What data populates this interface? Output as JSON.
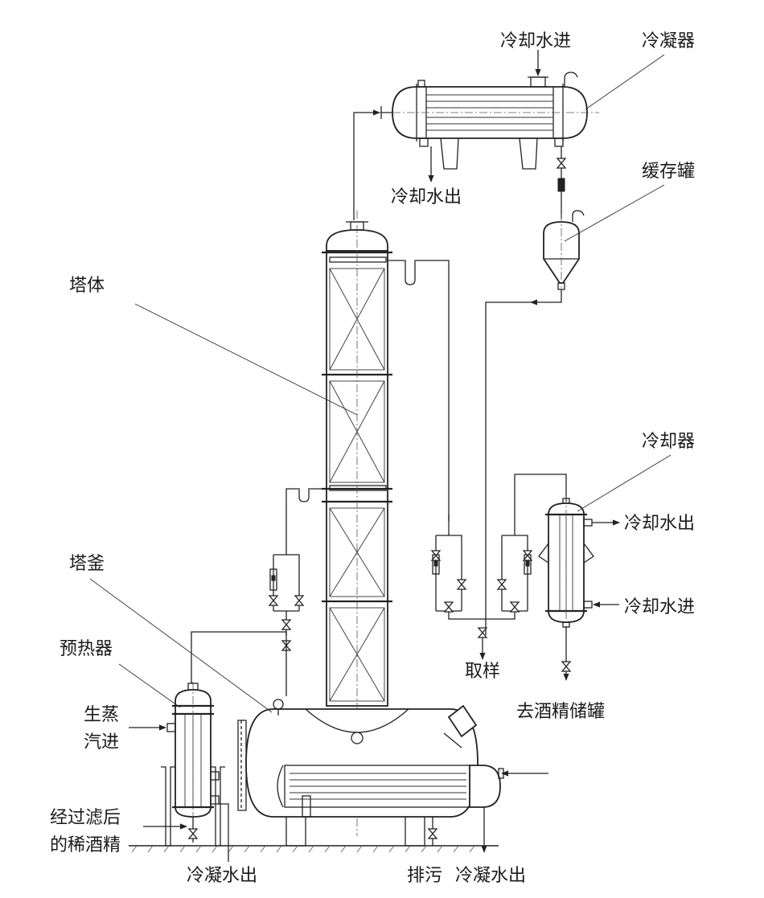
{
  "labels": {
    "cooling_water_in_top": "冷却水进",
    "condenser": "冷凝器",
    "cooling_water_out_top": "冷却水出",
    "buffer_tank": "缓存罐",
    "tower_body": "塔体",
    "cooler": "冷却器",
    "cooling_water_out_right": "冷却水出",
    "cooling_water_in_right": "冷却水进",
    "tower_kettle": "塔釜",
    "preheater": "预热器",
    "sampling": "取样",
    "to_alcohol_storage": "去酒精储罐",
    "steam_in_line1": "生蒸",
    "steam_in_line2": "汽进",
    "filtered_feed_line1": "经过滤后",
    "filtered_feed_line2": "的稀酒精",
    "condensate_out_left": "冷凝水出",
    "drain": "排污",
    "condensate_out_right": "冷凝水出"
  },
  "colors": {
    "line": "#222222",
    "background": "#ffffff"
  }
}
